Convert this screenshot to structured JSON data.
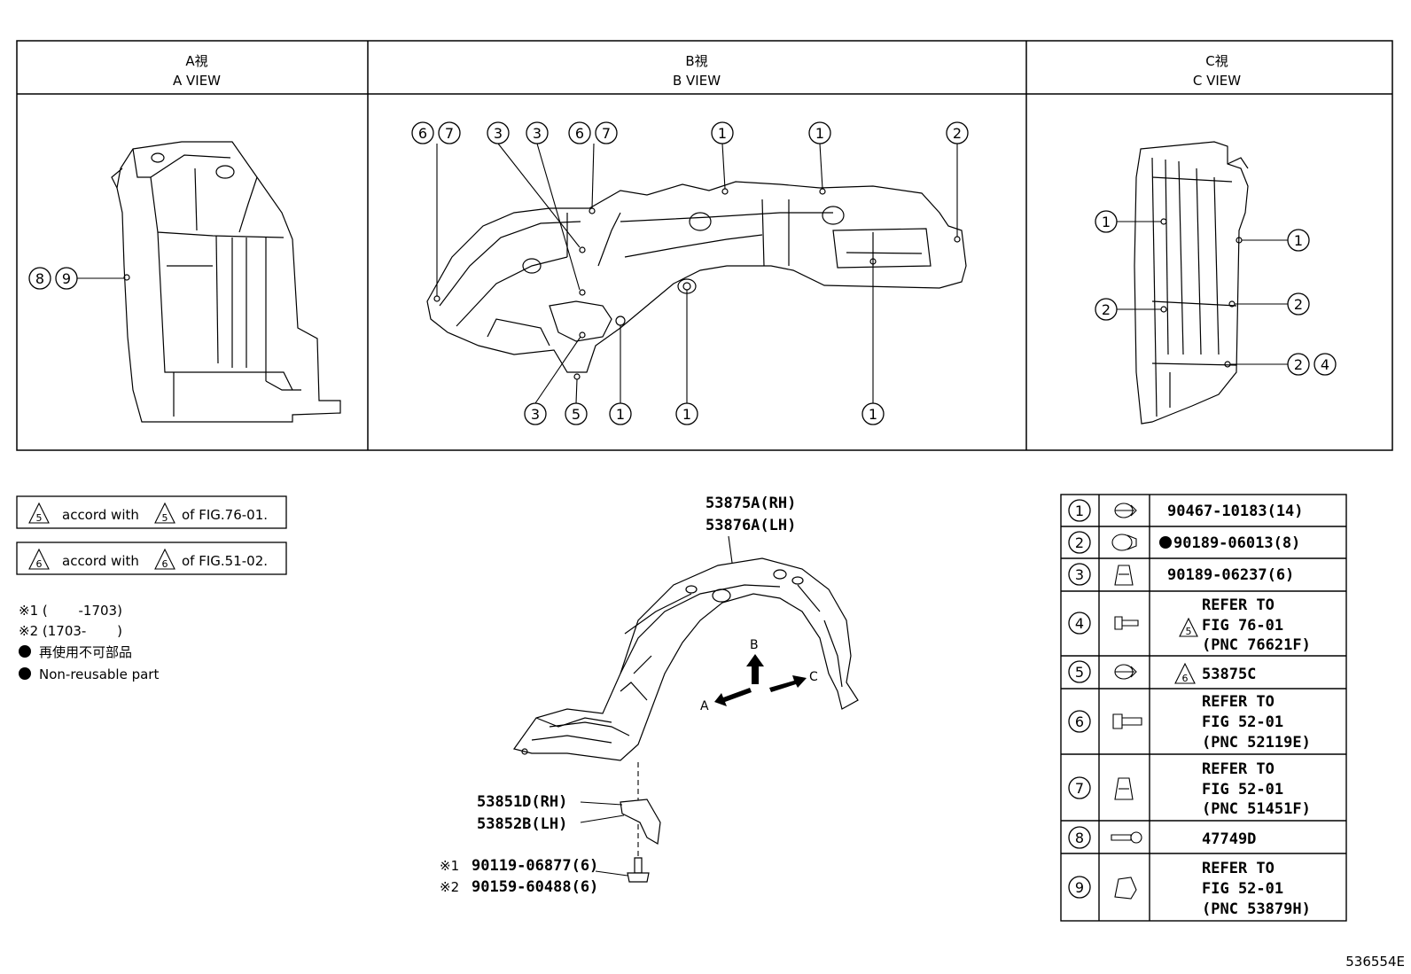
{
  "views": {
    "a": {
      "jp": "A視",
      "en": "A VIEW"
    },
    "b": {
      "jp": "B視",
      "en": "B VIEW"
    },
    "c": {
      "jp": "C視",
      "en": "C VIEW"
    }
  },
  "callouts": {
    "one": "1",
    "two": "2",
    "three": "3",
    "four": "4",
    "five": "5",
    "six": "6",
    "seven": "7",
    "eight": "8",
    "nine": "9"
  },
  "notes": {
    "accord5": {
      "tri": "5",
      "mid": "accord with",
      "tri2": "5",
      "tail": "of FIG.76-01."
    },
    "accord6": {
      "tri": "6",
      "mid": "accord with",
      "tri2": "6",
      "tail": "of FIG.51-02."
    },
    "note1": "※1 (　　 -1703)",
    "note2": "※2 (1703-　　 )",
    "legend_jp": "再使用不可部品",
    "legend_en": "Non-reusable part"
  },
  "parts": {
    "liner_rh": "53875A(RH)",
    "liner_lh": "53876A(LH)",
    "arrow_a": "A",
    "arrow_b": "B",
    "arrow_c": "C",
    "plate_rh": "53851D(RH)",
    "plate_lh": "53852B(LH)",
    "bolt1_mark": "※1",
    "bolt1": "90119-06877(6)",
    "bolt2_mark": "※2",
    "bolt2": "90159-60488(6)"
  },
  "table": {
    "r1": "90467-10183(14)",
    "r2": "90189-06013(8)",
    "r3": "90189-06237(6)",
    "r4a": "REFER TO",
    "r4tri": "5",
    "r4b": "FIG 76-01",
    "r4c": "(PNC 76621F)",
    "r5tri": "6",
    "r5": "53875C",
    "r6a": "REFER TO",
    "r6b": "FIG 52-01",
    "r6c": "(PNC 52119E)",
    "r7a": "REFER TO",
    "r7b": "FIG 52-01",
    "r7c": "(PNC 51451F)",
    "r8": "47749D",
    "r9a": "REFER TO",
    "r9b": "FIG 52-01",
    "r9c": "(PNC 53879H)"
  },
  "figure_id": "536554E"
}
